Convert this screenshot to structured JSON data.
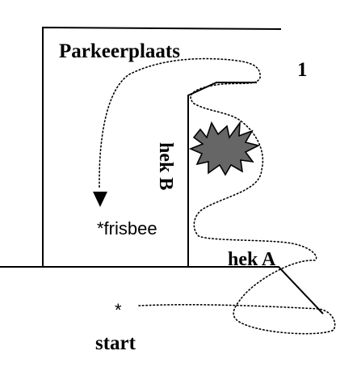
{
  "labels": {
    "parking": "Parkeerplaats",
    "figure_number": "1",
    "gate_b": "hek B",
    "gate_a": "hek A",
    "frisbee": "*frisbee",
    "start_marker": "*",
    "start": "start"
  },
  "icons": {
    "burst": "explosion-burst-icon",
    "arrow": "downward-arrow-icon"
  },
  "colors": {
    "ink": "#000000",
    "burst_fill": "#6b6b6b",
    "background": "#ffffff"
  }
}
